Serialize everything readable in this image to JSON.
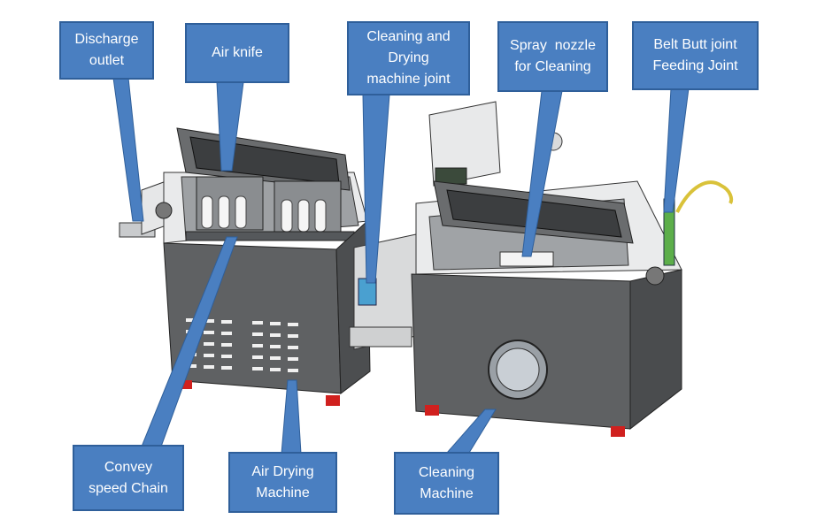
{
  "labels": {
    "discharge_outlet": [
      "Discharge",
      "outlet"
    ],
    "air_knife": [
      "Air knife"
    ],
    "cleaning_drying_joint": [
      "Cleaning and",
      "Drying",
      "machine joint"
    ],
    "spray_nozzle": [
      "Spray  nozzle",
      "for Cleaning"
    ],
    "belt_butt_joint": [
      "Belt Butt joint",
      "Feeding Joint"
    ],
    "convey_speed_chain": [
      "Convey",
      "speed Chain"
    ],
    "air_drying_machine": [
      "Air Drying",
      "Machine"
    ],
    "cleaning_machine": [
      "Cleaning",
      "Machine"
    ]
  },
  "colors": {
    "callout_fill": "#4a7fc1",
    "callout_border": "#2f5f9a",
    "machine_body": "#5f6163",
    "machine_dark": "#3e4042",
    "machine_light": "#cfd1d3",
    "feet": "#d0201e"
  }
}
